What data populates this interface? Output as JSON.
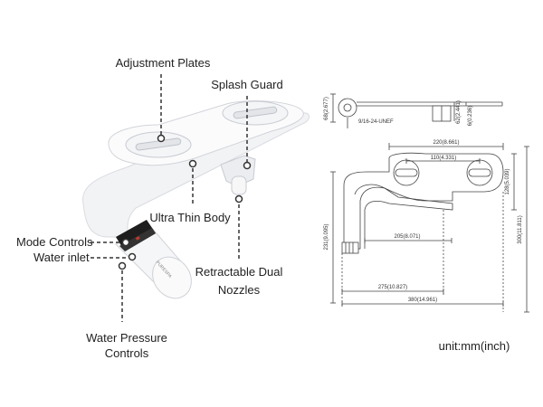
{
  "callouts": {
    "adjustment_plates": "Adjustment Plates",
    "splash_guard": "Splash Guard",
    "ultra_thin_body": "Ultra Thin Body",
    "mode_controls": "Mode Controls",
    "water_inlet": "Water inlet",
    "retractable_1": "Retractable Dual",
    "retractable_2": "Nozzles",
    "water_pressure_1": "Water Pressure",
    "water_pressure_2": "Controls"
  },
  "brand": "PURESPA",
  "dimensions": {
    "side_height": "68(2.677)",
    "side_thread": "9/16-24-UNEF",
    "side_nozzle_h": "62(2.441)",
    "side_base_h": "6(0.236)",
    "top_width_220": "220(8.661)",
    "top_width_110": "110(4.331)",
    "top_depth_128": "128(5.039)",
    "total_depth_300": "300(11.811)",
    "depth_231": "231(9.095)",
    "inner_205": "205(8.071)",
    "length_275": "275(10.827)",
    "length_380": "380(14.961)"
  },
  "unit_label": "unit:mm(inch)"
}
